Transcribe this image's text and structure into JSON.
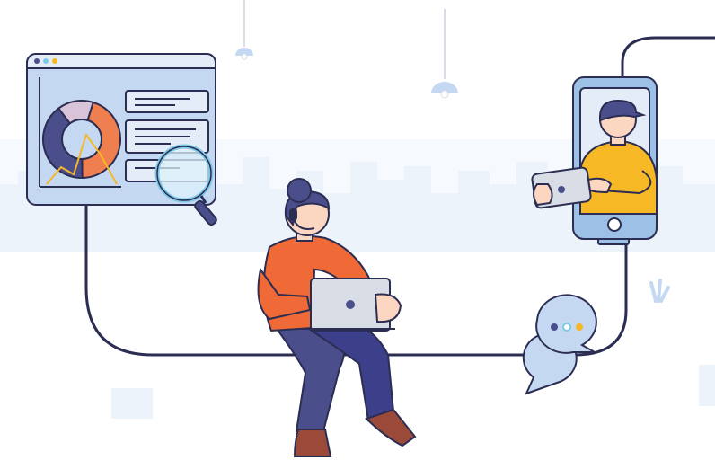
{
  "illustration": {
    "alt": "",
    "icons": [
      "hanging-lamp-icon",
      "browser-window-icon",
      "donut-chart-icon",
      "magnifier-icon",
      "smartphone-icon",
      "tablet-icon",
      "laptop-icon",
      "headset-icon",
      "chat-bubble-icon",
      "plant-sprout-icon"
    ]
  },
  "chart_data": {
    "type": "pie",
    "categories": [
      "",
      "",
      ""
    ],
    "values": [
      45,
      40,
      15
    ],
    "colors": [
      "#f07f4f",
      "#4a4f8c",
      "#d8c3d8"
    ],
    "title": ""
  },
  "palette": {
    "outline": "#2b2d52",
    "orange": "#ef6a37",
    "navy": "#3c3f8a",
    "yellow": "#f6b825",
    "light_blue": "#c4d8f2",
    "mid_blue": "#9cc0e6",
    "gray": "#d9dde6",
    "cyan": "#7fc8e6",
    "brown": "#9b4a3a",
    "skin": "#fbd7c2",
    "skyline": "#edf3fb"
  }
}
